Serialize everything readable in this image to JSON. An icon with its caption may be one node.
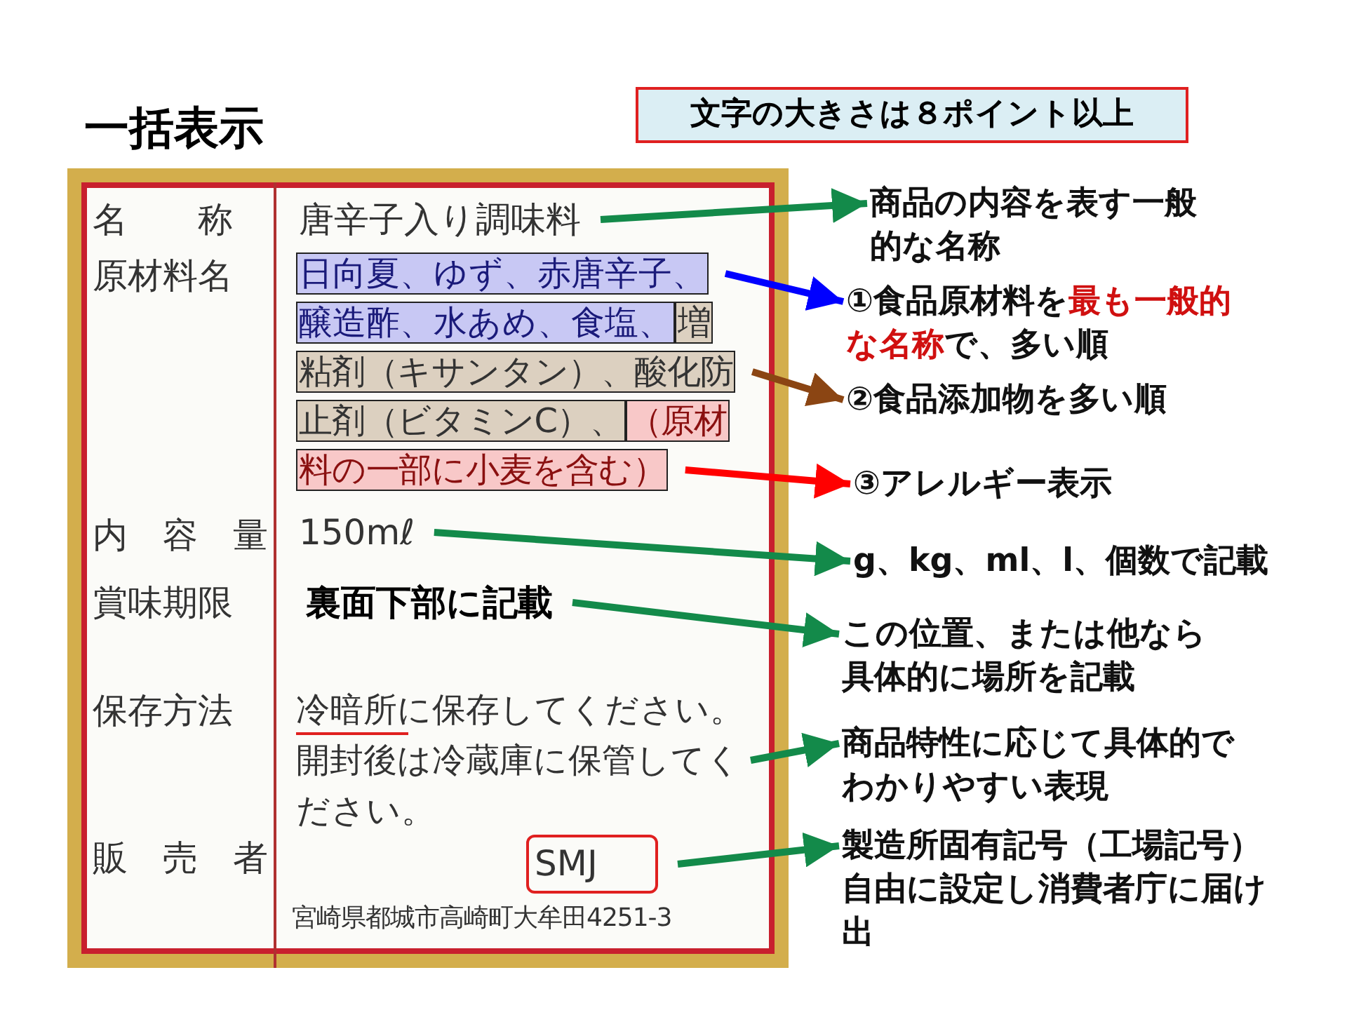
{
  "diagram": {
    "title": "一括表示",
    "nodes": [
      {
        "text": [
          "文字の大きさは８ポイント以上"
        ]
      },
      {
        "text": [],
        "shape": "box"
      },
      {
        "text": [
          "唐辛子入り調味料"
        ],
        "in": 1
      },
      {
        "text": [
          "日向夏、ゆず、赤唐辛子、醸造酢、水あめ、食塩、"
        ],
        "in": 1
      },
      {
        "text": [
          "増粘剤（キサンタン）、酸化防止剤（ビタミンC）、"
        ],
        "in": 1
      },
      {
        "text": [
          "（原材料の一部に小麦を含む）"
        ],
        "in": 1
      },
      {
        "text": [
          "150mℓ"
        ],
        "in": 1
      },
      {
        "text": [
          "裏面下部に記載"
        ],
        "in": 1
      },
      {
        "text": [
          "冷暗所に保存してください。開封後は冷蔵庫に保管してください。"
        ],
        "in": 1
      },
      {
        "text": [
          "SMJ"
        ],
        "in": 1
      },
      {
        "text": [
          "商品の内容を表す一般的な名称"
        ]
      },
      {
        "text": [
          "①食品原材料を**最も一般的な名称**で、多い順"
        ]
      },
      {
        "text": [
          "②食品添加物を多い順"
        ]
      },
      {
        "text": [
          "③アレルギー表示"
        ]
      },
      {
        "text": [
          "g、kg、ml、l、個数で記載"
        ]
      },
      {
        "text": [
          "この位置、または他なら具体的に場所を記載"
        ]
      },
      {
        "text": [
          "商品特性に応じて具体的でわかりやすい表現"
        ]
      },
      {
        "text": [
          "製造所固有記号（工場記号）自由に設定し消費者庁に届け出"
        ]
      }
    ],
    "edges": [
      {
        "from": 2,
        "to": 10,
        "arrow": "to"
      },
      {
        "from": 3,
        "to": 11,
        "arrow": "to",
        "color": "#0000ff"
      },
      {
        "from": 4,
        "to": 12,
        "arrow": "to",
        "color": "#8b4513"
      },
      {
        "from": 5,
        "to": 13,
        "arrow": "to",
        "color": "#ff0000"
      },
      {
        "from": 6,
        "to": 14,
        "arrow": "to"
      },
      {
        "from": 7,
        "to": 15,
        "arrow": "to"
      },
      {
        "from": 8,
        "to": 16,
        "arrow": "to"
      },
      {
        "from": 9,
        "to": 17,
        "arrow": "to"
      }
    ],
    "labels": [
      "名　　称",
      "原材料名",
      "内　容　量",
      "賞味期限",
      "保存方法",
      "販　売　者",
      "宮崎県都城市高崎町大牟田4251-3"
    ]
  }
}
